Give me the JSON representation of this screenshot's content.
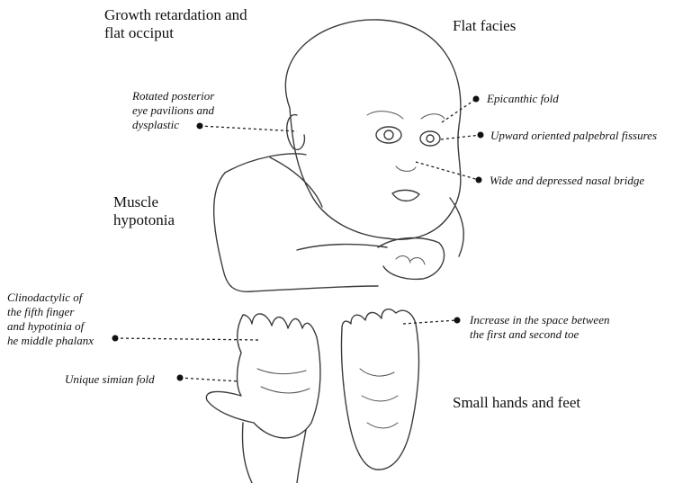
{
  "labels": {
    "growth": [
      "Growth retardation and",
      "flat occiput"
    ],
    "flat_facies": "Flat facies",
    "rotated_ear": [
      "Rotated posterior",
      "eye pavilions and",
      "dysplastic"
    ],
    "epicanthic": "Epicanthic fold",
    "palpebral": "Upward oriented palpebral fissures",
    "nasal": "Wide and depressed nasal bridge",
    "hypotonia": [
      "Muscle",
      "hypotonia"
    ],
    "clinodactyly": [
      "Clinodactylic of",
      "the fifth finger",
      "and hypotinia of",
      "he middle phalanx"
    ],
    "simian": "Unique simian fold",
    "toe_space": [
      "Increase in the space between",
      "the first and second toe"
    ],
    "small_hands": "Small hands and feet"
  },
  "colors": {
    "ink": "#111111",
    "sketch": "#3c3c3c",
    "background": "#ffffff"
  }
}
